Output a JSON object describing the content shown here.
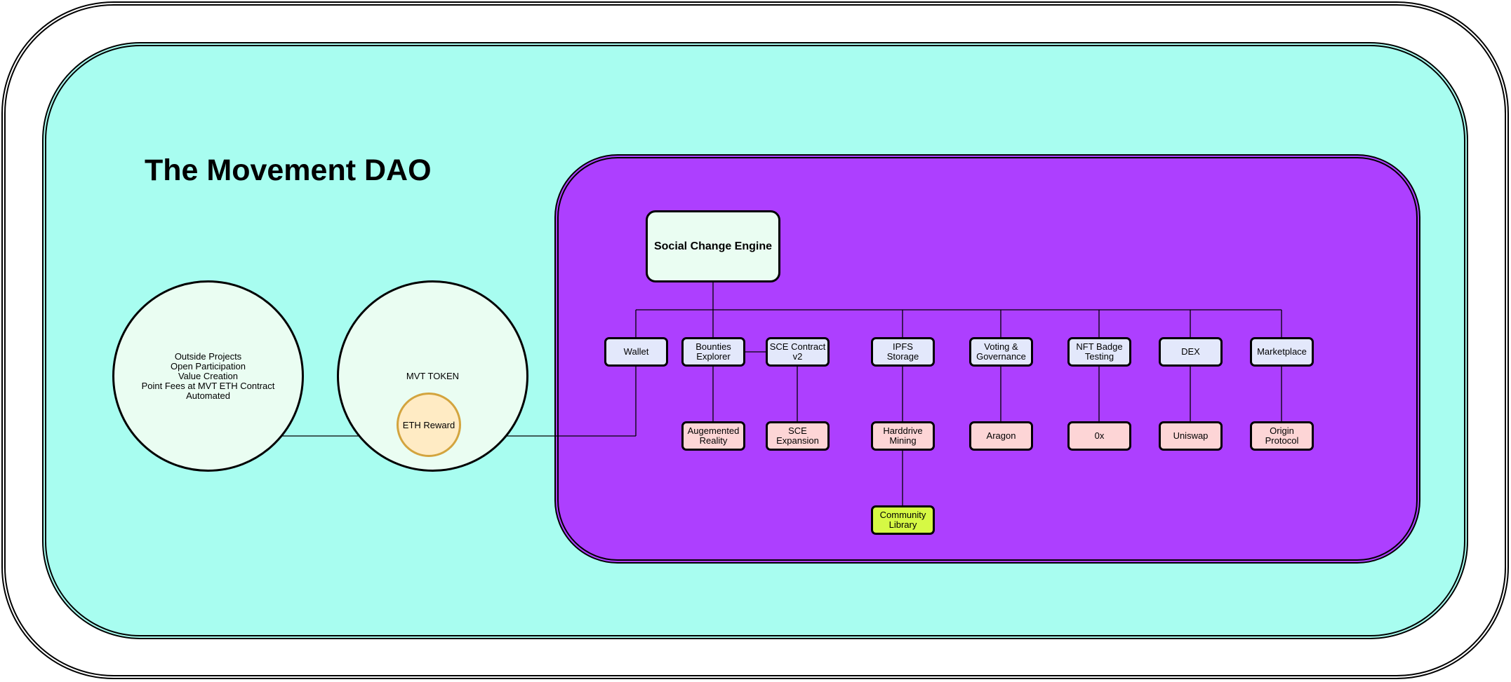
{
  "title": "The Movement DAO",
  "left_circle": {
    "lines": "Outside Projects\nOpen Participation\nValue Creation\nPoint Fees at MVT ETH Contract\nAutomated"
  },
  "token_circle": {
    "label": "MVT TOKEN",
    "reward": "ETH Reward"
  },
  "engine": {
    "label": "Social Change Engine"
  },
  "modules": {
    "wallet": "Wallet",
    "bounties": "Bounties\nExplorer",
    "sce_v2": "SCE Contract\nv2",
    "ipfs": "IPFS\nStorage",
    "voting": "Voting &\nGovernance",
    "nft": "NFT Badge\nTesting",
    "dex": "DEX",
    "marketplace": "Marketplace"
  },
  "integrations": {
    "ar": "Augemented\nReality",
    "sce_expansion": "SCE\nExpansion",
    "harddrive": "Harddrive\nMining",
    "aragon": "Aragon",
    "zerox": "0x",
    "uniswap": "Uniswap",
    "origin": "Origin\nProtocol"
  },
  "community": {
    "label": "Community\nLibrary"
  },
  "colors": {
    "outer_bg": "#ffffff",
    "teal": "#a8fdf0",
    "purple": "#ad3fff",
    "mint": "#eafdf2",
    "module_blue": "#e3e8fb",
    "integration_pink": "#fdd5d6",
    "community_lime": "#d6f944",
    "eth_fill": "#ffebc4",
    "eth_stroke": "#d3a43e"
  }
}
